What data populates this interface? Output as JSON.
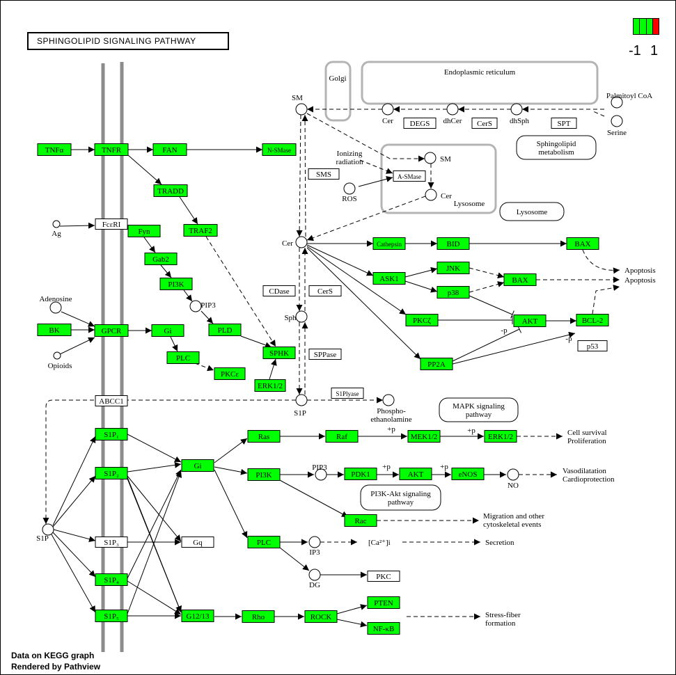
{
  "title": "SPHINGOLIPID SIGNALING PATHWAY",
  "legend": {
    "low_label": "-1",
    "high_label": "1",
    "colors": [
      "#00ff00",
      "#00ff00",
      "#00ff00",
      "#ff0000"
    ]
  },
  "footer": {
    "line1": "Data on KEGG graph",
    "line2": "Rendered by Pathview"
  },
  "colors": {
    "green": "#00ff00",
    "white": "#ffffff",
    "membrane": "#8c8c8c",
    "compartment": "#b4b4b4"
  },
  "compartments": [
    {
      "id": "golgi",
      "label": "Golgi"
    },
    {
      "id": "er",
      "label": "Endoplasmic reticulum"
    },
    {
      "id": "lysosome-comp",
      "label": "Lysosome"
    }
  ],
  "rounded_labels": [
    {
      "id": "sphingolipid-metabolism",
      "lines": [
        "Sphingolipid",
        "metabolism"
      ]
    },
    {
      "id": "lysosome-map",
      "lines": [
        "Lysosome"
      ]
    },
    {
      "id": "mapk-pathway",
      "lines": [
        "MAPK signaling",
        "pathway"
      ]
    },
    {
      "id": "pi3k-akt-pathway",
      "lines": [
        "PI3K-Akt signaling",
        "pathway"
      ]
    }
  ],
  "genes": [
    {
      "id": "tnfa",
      "label": "TNFα",
      "color": "green"
    },
    {
      "id": "tnfr",
      "label": "TNFR",
      "color": "green"
    },
    {
      "id": "fan",
      "label": "FAN",
      "color": "green"
    },
    {
      "id": "nsmase",
      "label": "N-SMase",
      "color": "green"
    },
    {
      "id": "tradd",
      "label": "TRADD",
      "color": "green"
    },
    {
      "id": "traf2",
      "label": "TRAF2",
      "color": "green"
    },
    {
      "id": "fceri",
      "label": "FcεRI",
      "color": "white"
    },
    {
      "id": "fyn",
      "label": "Fyn",
      "color": "green"
    },
    {
      "id": "gab2",
      "label": "Gab2",
      "color": "green"
    },
    {
      "id": "pi3k-a",
      "label": "PI3K",
      "color": "green"
    },
    {
      "id": "bk",
      "label": "BK",
      "color": "green"
    },
    {
      "id": "gpcr",
      "label": "GPCR",
      "color": "green"
    },
    {
      "id": "gi-a",
      "label": "Gi",
      "color": "green"
    },
    {
      "id": "pld",
      "label": "PLD",
      "color": "green"
    },
    {
      "id": "plc-a",
      "label": "PLC",
      "color": "green"
    },
    {
      "id": "pkce",
      "label": "PKCε",
      "color": "green"
    },
    {
      "id": "sphk",
      "label": "SPHK",
      "color": "green"
    },
    {
      "id": "erk12-a",
      "label": "ERK1/2",
      "color": "green"
    },
    {
      "id": "abcc1",
      "label": "ABCC1",
      "color": "white"
    },
    {
      "id": "s1p1",
      "label": "S1P₁",
      "color": "green"
    },
    {
      "id": "s1p2",
      "label": "S1P₂",
      "color": "green"
    },
    {
      "id": "s1p3",
      "label": "S1P₃",
      "color": "white"
    },
    {
      "id": "s1p4",
      "label": "S1P₄",
      "color": "green"
    },
    {
      "id": "s1p5",
      "label": "S1P₅",
      "color": "green"
    },
    {
      "id": "gi-b",
      "label": "Gi",
      "color": "green"
    },
    {
      "id": "gq",
      "label": "Gq",
      "color": "white"
    },
    {
      "id": "g1213",
      "label": "G12/13",
      "color": "green"
    },
    {
      "id": "ras",
      "label": "Ras",
      "color": "green"
    },
    {
      "id": "raf",
      "label": "Raf",
      "color": "green"
    },
    {
      "id": "mek12",
      "label": "MEK1/2",
      "color": "green"
    },
    {
      "id": "erk12-b",
      "label": "ERK1/2",
      "color": "green"
    },
    {
      "id": "pi3k-b",
      "label": "PI3K",
      "color": "green"
    },
    {
      "id": "pdk1",
      "label": "PDK1",
      "color": "green"
    },
    {
      "id": "akt-b",
      "label": "AKT",
      "color": "green"
    },
    {
      "id": "enos",
      "label": "eNOS",
      "color": "green"
    },
    {
      "id": "rac",
      "label": "Rac",
      "color": "green"
    },
    {
      "id": "plc-b",
      "label": "PLC",
      "color": "green"
    },
    {
      "id": "pkc",
      "label": "PKC",
      "color": "white"
    },
    {
      "id": "rho",
      "label": "Rho",
      "color": "green"
    },
    {
      "id": "rock",
      "label": "ROCK",
      "color": "green"
    },
    {
      "id": "pten",
      "label": "PTEN",
      "color": "green"
    },
    {
      "id": "nfkb",
      "label": "NF-κB",
      "color": "green"
    },
    {
      "id": "degs",
      "label": "DEGS",
      "color": "white"
    },
    {
      "id": "cers-a",
      "label": "CerS",
      "color": "white"
    },
    {
      "id": "spt",
      "label": "SPT",
      "color": "white"
    },
    {
      "id": "sms",
      "label": "SMS",
      "color": "white"
    },
    {
      "id": "asmase",
      "label": "A-SMase",
      "color": "white"
    },
    {
      "id": "cdase",
      "label": "CDase",
      "color": "white"
    },
    {
      "id": "cers-b",
      "label": "CerS",
      "color": "white"
    },
    {
      "id": "sppase",
      "label": "SPPase",
      "color": "white"
    },
    {
      "id": "s1plyase",
      "label": "S1Plyase",
      "color": "white"
    },
    {
      "id": "cathepsin",
      "label": "Cathepsin",
      "color": "green"
    },
    {
      "id": "bid",
      "label": "BID",
      "color": "green"
    },
    {
      "id": "bax-a",
      "label": "BAX",
      "color": "green"
    },
    {
      "id": "ask1",
      "label": "ASK1",
      "color": "green"
    },
    {
      "id": "jnk",
      "label": "JNK",
      "color": "green"
    },
    {
      "id": "p38",
      "label": "p38",
      "color": "green"
    },
    {
      "id": "bax-b",
      "label": "BAX",
      "color": "green"
    },
    {
      "id": "pkcz",
      "label": "PKCζ",
      "color": "green"
    },
    {
      "id": "akt-a",
      "label": "AKT",
      "color": "green"
    },
    {
      "id": "bcl2",
      "label": "BCL-2",
      "color": "green"
    },
    {
      "id": "p53",
      "label": "p53",
      "color": "white"
    },
    {
      "id": "pp2a",
      "label": "PP2A",
      "color": "green"
    }
  ],
  "compounds": [
    {
      "id": "sm-top",
      "label": "SM"
    },
    {
      "id": "cer-er",
      "label": "Cer"
    },
    {
      "id": "dhcer",
      "label": "dhCer"
    },
    {
      "id": "dhsph",
      "label": "dhSph"
    },
    {
      "id": "palmitoyl-coa",
      "label": "Palmitoyl CoA"
    },
    {
      "id": "serine",
      "label": "Serine"
    },
    {
      "id": "sm-lys",
      "label": "SM"
    },
    {
      "id": "cer-lys",
      "label": "Cer"
    },
    {
      "id": "ros",
      "label": "ROS"
    },
    {
      "id": "cer-main",
      "label": "Cer"
    },
    {
      "id": "sph",
      "label": "Sph"
    },
    {
      "id": "s1p-main",
      "label": "S1P"
    },
    {
      "id": "phospho-ethanolamine",
      "label": "Phospho-ethanolamine"
    },
    {
      "id": "ag",
      "label": "Ag"
    },
    {
      "id": "adenosine",
      "label": "Adenosine"
    },
    {
      "id": "opioids",
      "label": "Opioids"
    },
    {
      "id": "pip3-a",
      "label": "PIP3"
    },
    {
      "id": "s1p-ext",
      "label": "S1P"
    },
    {
      "id": "pip3-b",
      "label": "PIP3"
    },
    {
      "id": "no",
      "label": "NO"
    },
    {
      "id": "ip3",
      "label": "IP3"
    },
    {
      "id": "dg",
      "label": "DG"
    }
  ],
  "texts": [
    {
      "id": "ionizing-radiation",
      "lines": [
        "Ionizing",
        "radiation"
      ]
    },
    {
      "id": "apoptosis-1",
      "lines": [
        "Apoptosis"
      ]
    },
    {
      "id": "apoptosis-2",
      "lines": [
        "Apoptosis"
      ]
    },
    {
      "id": "cell-survival",
      "lines": [
        "Cell survival",
        "Proliferation"
      ]
    },
    {
      "id": "vasodilatation",
      "lines": [
        "Vasodilatation",
        "Cardioprotection"
      ]
    },
    {
      "id": "migration",
      "lines": [
        "Migration and other",
        "cytoskeletal events"
      ]
    },
    {
      "id": "secretion",
      "lines": [
        "Secretion"
      ]
    },
    {
      "id": "stress-fiber",
      "lines": [
        "Stress-fiber",
        "formation"
      ]
    },
    {
      "id": "ca2i",
      "lines": [
        "[Ca²⁺]i"
      ]
    },
    {
      "id": "mod-p-1",
      "lines": [
        "-p"
      ]
    },
    {
      "id": "mod-p-2",
      "lines": [
        "-p"
      ]
    },
    {
      "id": "mod-plus-p-1",
      "lines": [
        "+p"
      ]
    },
    {
      "id": "mod-plus-p-2",
      "lines": [
        "+p"
      ]
    },
    {
      "id": "mod-plus-p-3",
      "lines": [
        "+p"
      ]
    },
    {
      "id": "mod-plus-p-4",
      "lines": [
        "+p"
      ]
    }
  ]
}
